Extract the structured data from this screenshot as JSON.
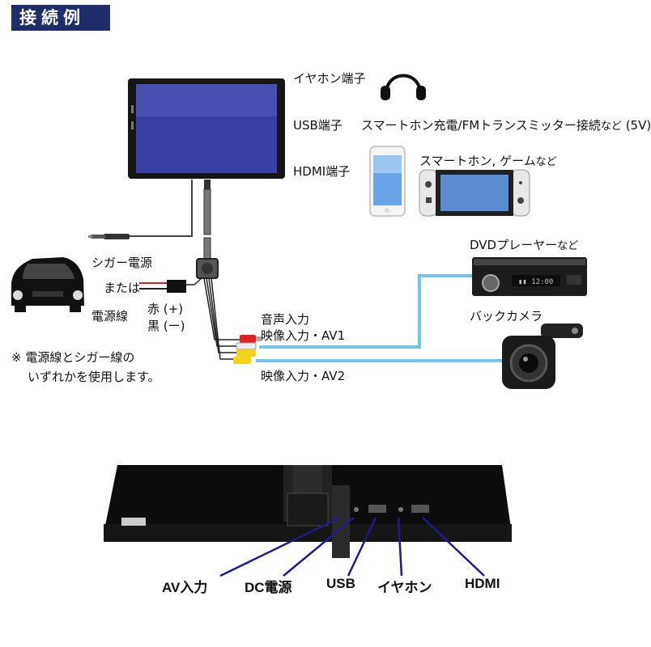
{
  "title": "接続例",
  "labels": {
    "earphone_port": "イヤホン端子",
    "usb_port": "USB端子",
    "usb_desc": "スマートホン充電/FMトランスミッター接続",
    "usb_desc_small": "など",
    "usb_voltage": "(5V)",
    "hdmi_port": "HDMI端子",
    "hdmi_desc": "スマートホン, ゲーム",
    "hdmi_desc_small": "など",
    "dvd": "DVDプレーヤー",
    "dvd_small": "など",
    "back_camera": "バックカメラ",
    "cigar": "シガー電源",
    "or": "または",
    "power_line": "電源線",
    "red": "赤 (+)",
    "black": "黒 (ー)",
    "audio_in": "音声入力",
    "video_av1": "映像入力・AV1",
    "video_av2": "映像入力・AV2",
    "note_line1": "※ 電源線とシガー線の",
    "note_line2": "いずれかを使用します。"
  },
  "ports": {
    "av": "AV入力",
    "dc": "DC電源",
    "usb": "USB",
    "earphone": "イヤホン",
    "hdmi": "HDMI"
  },
  "colors": {
    "title_bg": "#1f2d6b",
    "cable_blue": "#6ec8ee",
    "pointer_navy": "#1c1c8c",
    "wire_red": "#e02020",
    "plug_yellow": "#f2d21c",
    "screen_blue": "#3b3fa3"
  }
}
